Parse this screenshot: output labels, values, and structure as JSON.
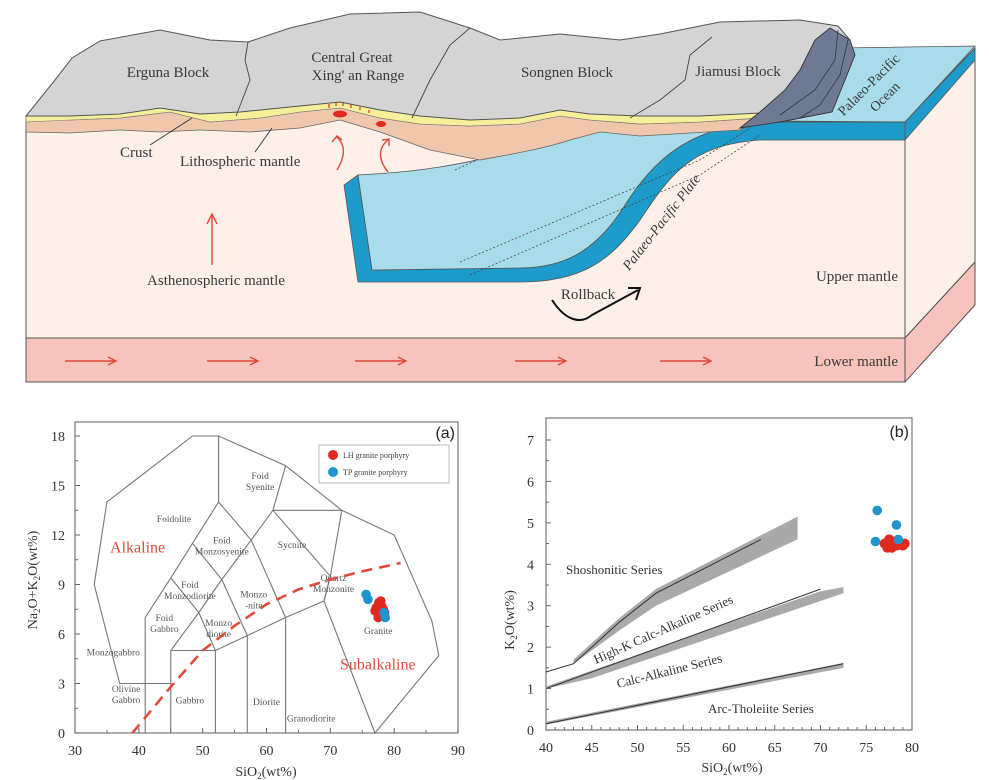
{
  "cross_section": {
    "blocks": [
      "Erguna Block",
      "Central Great",
      "Xing' an Range",
      "Songnen Block",
      "Jiamusi Block"
    ],
    "ocean_label_1": "Palaeo-Pacific",
    "ocean_label_2": "Ocean",
    "crust": "Crust",
    "lithospheric_mantle": "Lithospheric mantle",
    "asthenospheric_mantle": "Asthenospheric mantle",
    "plate": "Palaeo-Pacific Plate",
    "rollback": "Rollback",
    "upper_mantle": "Upper mantle",
    "lower_mantle": "Lower mantle",
    "colors": {
      "blocks": "#d4d4d4",
      "ocean_top": "#a8dcea",
      "ocean_edge": "#1d9ccc",
      "mantle": "#fdf0e8",
      "lower_mantle": "#f9c3bd",
      "crust": "#f6ef9a",
      "litho": "#f0c7ad",
      "accretion": "#6e7a94",
      "arrow_red": "#e04838"
    }
  },
  "chart_data": [
    {
      "type": "scatter",
      "panel_label": "(a)",
      "title": "",
      "xlabel": "SiO2(wt%)",
      "ylabel": "Na2O+K2O(wt%)",
      "xlim": [
        30,
        90
      ],
      "ylim": [
        0,
        18
      ],
      "xticks": [
        30,
        40,
        50,
        60,
        70,
        80,
        90
      ],
      "yticks": [
        0,
        3,
        6,
        9,
        12,
        15,
        18
      ],
      "legend": {
        "placement": "top-right",
        "entries": [
          "LH granite porphyry",
          "TP granite porphyry"
        ]
      },
      "field_labels": [
        {
          "text": [
            "Foid",
            "Syenite"
          ],
          "x": 59,
          "y": 15.4
        },
        {
          "text": [
            "Foidolite"
          ],
          "x": 45.5,
          "y": 12.8
        },
        {
          "text": [
            "Foid",
            "Monzosyenite"
          ],
          "x": 53,
          "y": 11.5
        },
        {
          "text": [
            "Sycnite"
          ],
          "x": 64,
          "y": 11.2
        },
        {
          "text": [
            "Foid",
            "Monzodiorite"
          ],
          "x": 48,
          "y": 8.8
        },
        {
          "text": [
            "Quartz",
            "Monzonite"
          ],
          "x": 70.5,
          "y": 9.2
        },
        {
          "text": [
            "Monzo",
            "-nite"
          ],
          "x": 58,
          "y": 8.2
        },
        {
          "text": [
            "Foid",
            "Gabbro"
          ],
          "x": 44,
          "y": 6.8
        },
        {
          "text": [
            "Monzo",
            "diorite"
          ],
          "x": 52.5,
          "y": 6.5
        },
        {
          "text": [
            "Granite"
          ],
          "x": 77.5,
          "y": 6
        },
        {
          "text": [
            "Monzogabbro"
          ],
          "x": 36,
          "y": 4.7
        },
        {
          "text": [
            "Olivine",
            "Gabbro"
          ],
          "x": 38,
          "y": 2.5
        },
        {
          "text": [
            "Gabbro"
          ],
          "x": 48,
          "y": 1.8
        },
        {
          "text": [
            "Diorite"
          ],
          "x": 60,
          "y": 1.7
        },
        {
          "text": [
            "Granodiorite"
          ],
          "x": 67,
          "y": 0.7
        }
      ],
      "region_labels": [
        {
          "text": "Alkaline",
          "x": 40.5,
          "y": 11.3
        },
        {
          "text": "Subalkaline",
          "x": 77,
          "y": 4.2
        }
      ],
      "divider": {
        "name": "alkaline-subalkaline",
        "x": [
          39,
          45,
          50,
          55,
          60,
          65,
          70,
          75,
          81
        ],
        "y": [
          0,
          2.8,
          5.0,
          6.5,
          7.8,
          8.7,
          9.3,
          9.8,
          10.3
        ]
      },
      "series": [
        {
          "name": "LH granite porphyry",
          "color": "#e02a20",
          "x": [
            77.2,
            77.6,
            78.0,
            77.4,
            77.8,
            78.3,
            77.0,
            77.9,
            78.5,
            77.5
          ],
          "y": [
            7.6,
            7.9,
            7.7,
            7.3,
            7.2,
            7.5,
            7.4,
            8.0,
            7.3,
            7.0
          ]
        },
        {
          "name": "TP granite porphyry",
          "color": "#1f94cf",
          "x": [
            75.6,
            75.9,
            78.4,
            78.6
          ],
          "y": [
            8.4,
            8.1,
            7.3,
            7.0
          ]
        }
      ]
    },
    {
      "type": "scatter",
      "panel_label": "(b)",
      "title": "",
      "xlabel": "SiO2(wt%)",
      "ylabel": "K2O(wt%)",
      "xlim": [
        40,
        80
      ],
      "ylim": [
        0,
        7.4
      ],
      "xticks": [
        40,
        45,
        50,
        55,
        60,
        65,
        70,
        75,
        80
      ],
      "yticks": [
        0,
        1,
        2,
        3,
        4,
        5,
        6,
        7
      ],
      "series_labels": [
        "Shoshonitic Series",
        "High-K Calc-Alkaline Series",
        "Calc-Alkaline Series",
        "Arc-Tholeiite Series"
      ],
      "boundaries": [
        {
          "name": "shoshonitic/high-k",
          "x": [
            40,
            43,
            48,
            52,
            63.5
          ],
          "y": [
            1.4,
            1.6,
            2.6,
            3.3,
            4.6
          ]
        },
        {
          "name": "high-k/calc-alkaline",
          "x": [
            40,
            70
          ],
          "y": [
            1.0,
            3.4
          ]
        },
        {
          "name": "calc-alkaline/tholeiite",
          "x": [
            40,
            72.5
          ],
          "y": [
            0.15,
            1.6
          ]
        }
      ],
      "series": [
        {
          "name": "LH granite porphyry",
          "color": "#e02a20",
          "x": [
            77.0,
            77.5,
            78.0,
            78.5,
            79.0,
            77.3,
            77.8,
            78.3,
            78.8,
            79.2
          ],
          "y": [
            4.5,
            4.6,
            4.55,
            4.5,
            4.45,
            4.4,
            4.4,
            4.45,
            4.5,
            4.5
          ]
        },
        {
          "name": "TP granite porphyry",
          "color": "#1f94cf",
          "x": [
            76.2,
            76.0,
            78.3,
            78.5
          ],
          "y": [
            5.3,
            4.55,
            4.95,
            4.6
          ]
        }
      ]
    }
  ]
}
